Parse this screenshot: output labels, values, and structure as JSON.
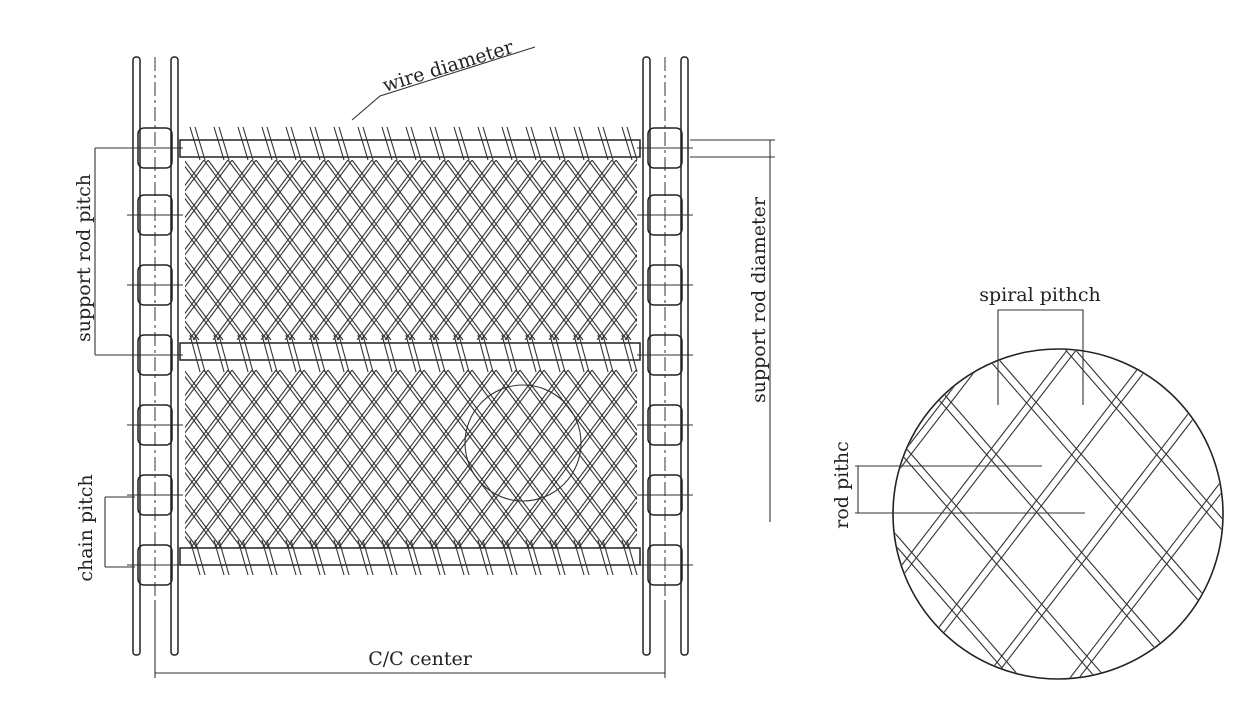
{
  "labels": {
    "wire_diameter": "wire diameter",
    "support_rod_pitch": "support rod pitch",
    "support_rod_diameter": "support rod diameter",
    "chain_pitch": "chain pitch",
    "cc_center": "C/C center",
    "spiral_pitch": "spiral pithch",
    "rod_pitch": "rod pithc"
  },
  "colors": {
    "line": "#222222",
    "background": "#ffffff"
  }
}
